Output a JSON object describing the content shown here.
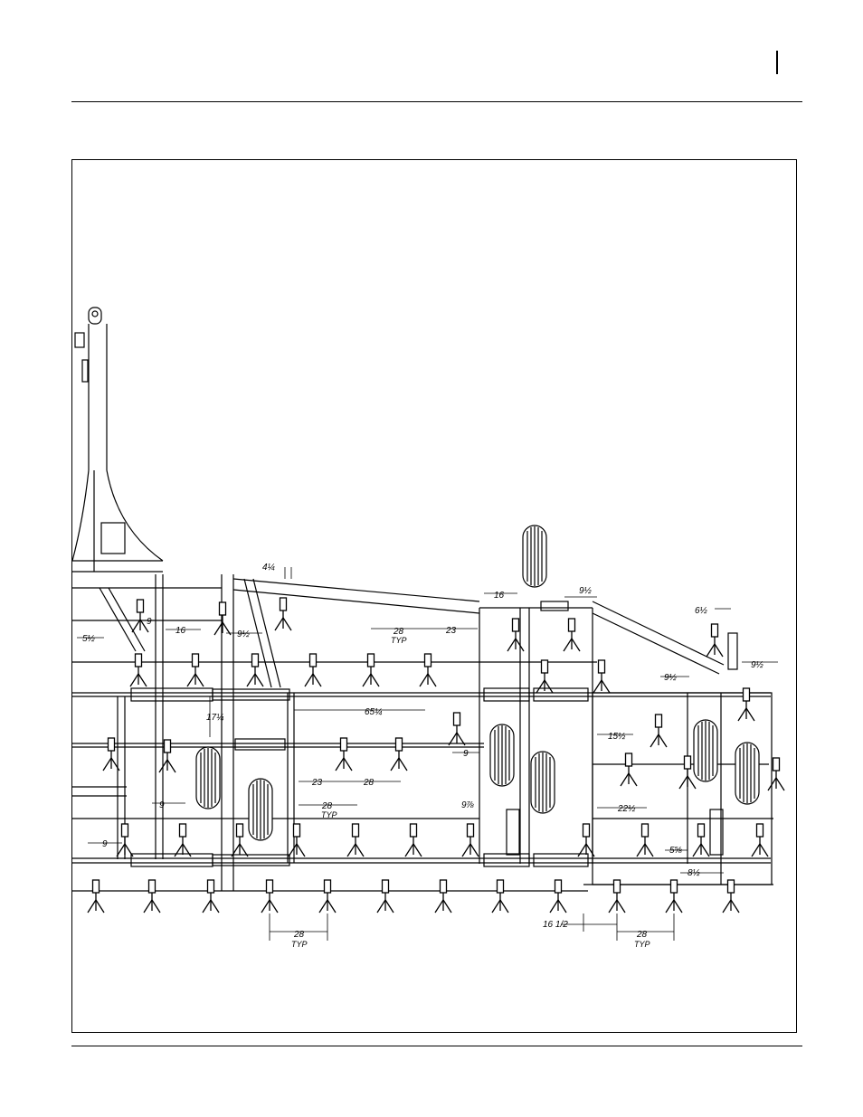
{
  "page": {
    "header_marker": "|"
  },
  "figure": {
    "dimensions": {
      "d_4_1_4": "4¼",
      "d_16_top": "16",
      "d_9_1_2_top": "9½",
      "d_6_1_2": "6½",
      "d_9_1_2_right": "9½",
      "d_9_top_left": "9",
      "d_16_left": "16",
      "d_9_1_2_left": "9½",
      "d_5_1_2": "5½",
      "d_28_typ_top": "28",
      "typ_label": "TYP",
      "d_23_top": "23",
      "d_9_1_2_mid": "9½",
      "d_17_1_4": "17¼",
      "d_65_1_4": "65¼",
      "d_15_1_2": "15½",
      "d_9_mid": "9",
      "d_23_mid": "23",
      "d_28_mid": "28",
      "d_28_typ_mid": "28",
      "d_9_7_8": "9⅞",
      "d_22_1_2": "22½",
      "d_9_lower": "9",
      "d_9_bottom_left": "9",
      "d_5_5_8": "5⅝",
      "d_8_1_2": "8½",
      "d_28_typ_bottom_left": "28",
      "d_16_1_2": "16  1/2",
      "d_28_typ_bottom_right": "28"
    }
  }
}
